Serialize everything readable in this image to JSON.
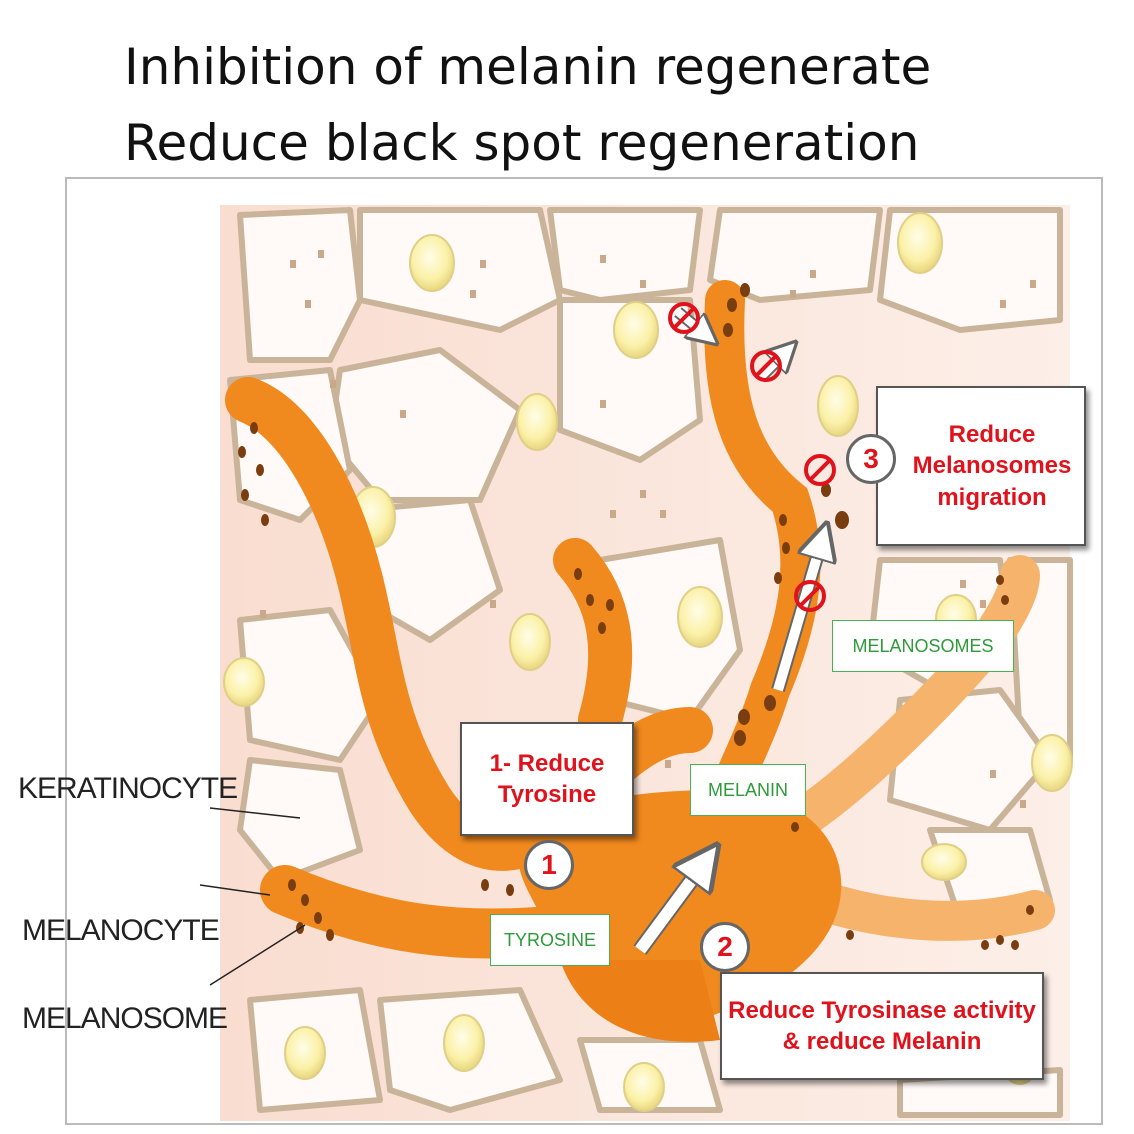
{
  "title": {
    "line1": "Inhibition of melanin regenerate",
    "line2": "Reduce black spot regeneration"
  },
  "labels": {
    "keratinocyte": "KERATINOCYTE",
    "melanocyte": "MELANOCYTE",
    "melanosome": "MELANOSOME"
  },
  "boxes": {
    "step1_line1": "1- Reduce",
    "step1_line2": "Tyrosine",
    "step2_line1": "Reduce Tyrosinase activity",
    "step2_line2": "& reduce Melanin",
    "step3_line1": "Reduce",
    "step3_line2": "Melanosomes",
    "step3_line3": "migration"
  },
  "tags": {
    "tyrosine": "TYROSINE",
    "melanin": "MELANIN",
    "melanosomes": "MELANOSOMES"
  },
  "steps": {
    "one": "1",
    "two": "2",
    "three": "3"
  },
  "colors": {
    "melanocyte": "#f0891e",
    "melanocyte_light": "#f6b36b",
    "background": "#fbe7df",
    "cell_border": "#c9b49a",
    "nucleus": "#fbf1a8",
    "alert_red": "#e0121c",
    "tag_green": "#2e9a3a"
  }
}
